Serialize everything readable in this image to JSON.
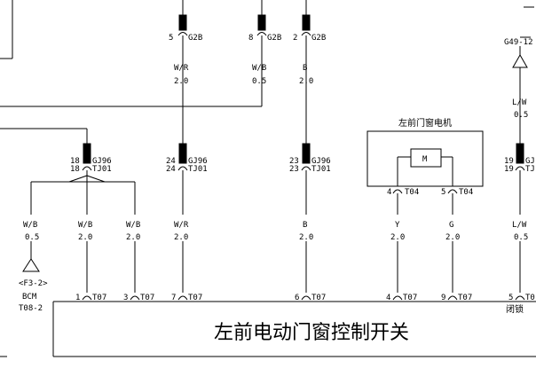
{
  "top_connectors": [
    {
      "pin": "5",
      "code": "G2B",
      "wire_color": "W/R",
      "wire_size": "2.0"
    },
    {
      "pin": "8",
      "code": "G2B",
      "wire_color": "W/B",
      "wire_size": "0.5"
    },
    {
      "pin": "2",
      "code": "G2B",
      "wire_color": "B",
      "wire_size": "2.0"
    }
  ],
  "mid_connectors": [
    {
      "pin_top": "18",
      "pin_bottom": "18",
      "code_top": "GJ96",
      "code_bottom": "TJ01"
    },
    {
      "pin_top": "24",
      "pin_bottom": "24",
      "code_top": "GJ96",
      "code_bottom": "TJ01"
    },
    {
      "pin_top": "23",
      "pin_bottom": "23",
      "code_top": "GJ96",
      "code_bottom": "TJ01"
    },
    {
      "pin_top": "19",
      "pin_bottom": "19",
      "code_top": "GJ",
      "code_bottom": "TJ"
    }
  ],
  "right_top": {
    "label": "G49-12",
    "wire_color": "L/W",
    "wire_size": "0.5"
  },
  "motor": {
    "title": "左前门窗电机",
    "symbol": "M",
    "pin_a": "4",
    "code_a": "T04",
    "pin_b": "5",
    "code_b": "T04"
  },
  "branch_wires": [
    {
      "color": "W/B",
      "size": "0.5"
    },
    {
      "color": "W/B",
      "size": "2.0"
    },
    {
      "color": "W/B",
      "size": "2.0"
    },
    {
      "color": "W/R",
      "size": "2.0"
    },
    {
      "color": "B",
      "size": "2.0"
    },
    {
      "color": "Y",
      "size": "2.0"
    },
    {
      "color": "G",
      "size": "2.0"
    },
    {
      "color": "L/W",
      "size": "0.5"
    }
  ],
  "ref_label": "<F3-2>",
  "bcm_label": "BCM",
  "bcm_pin": "T08-2",
  "bottom_pins": [
    {
      "pin": "1",
      "code": "T07"
    },
    {
      "pin": "3",
      "code": "T07"
    },
    {
      "pin": "7",
      "code": "T07"
    },
    {
      "pin": "6",
      "code": "T07"
    },
    {
      "pin": "4",
      "code": "T07"
    },
    {
      "pin": "9",
      "code": "T07"
    },
    {
      "pin": "5",
      "code": "T0"
    }
  ],
  "lock_label": "闭锁",
  "switch_title": "左前电动门窗控制开关"
}
